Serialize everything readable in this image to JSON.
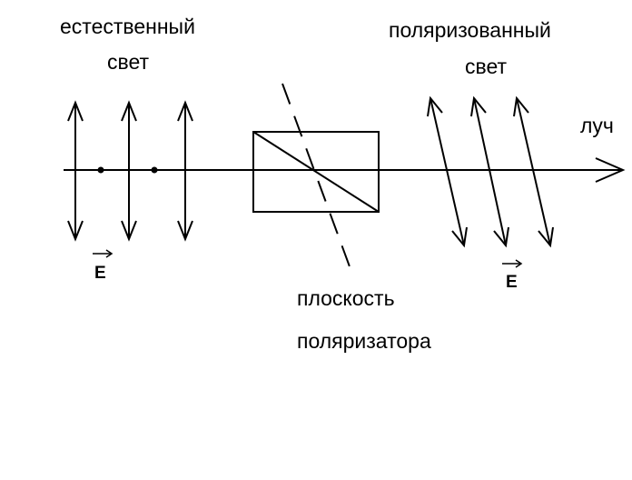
{
  "labels": {
    "natural_light_line1": "естественный",
    "natural_light_line2": "свет",
    "polarized_light_line1": "поляризованный",
    "polarized_light_line2": "свет",
    "ray": "луч",
    "polarizer_plane_line1": "плоскость",
    "polarizer_plane_line2": "поляризатора",
    "vector_left": "E",
    "vector_right": "E"
  }
}
